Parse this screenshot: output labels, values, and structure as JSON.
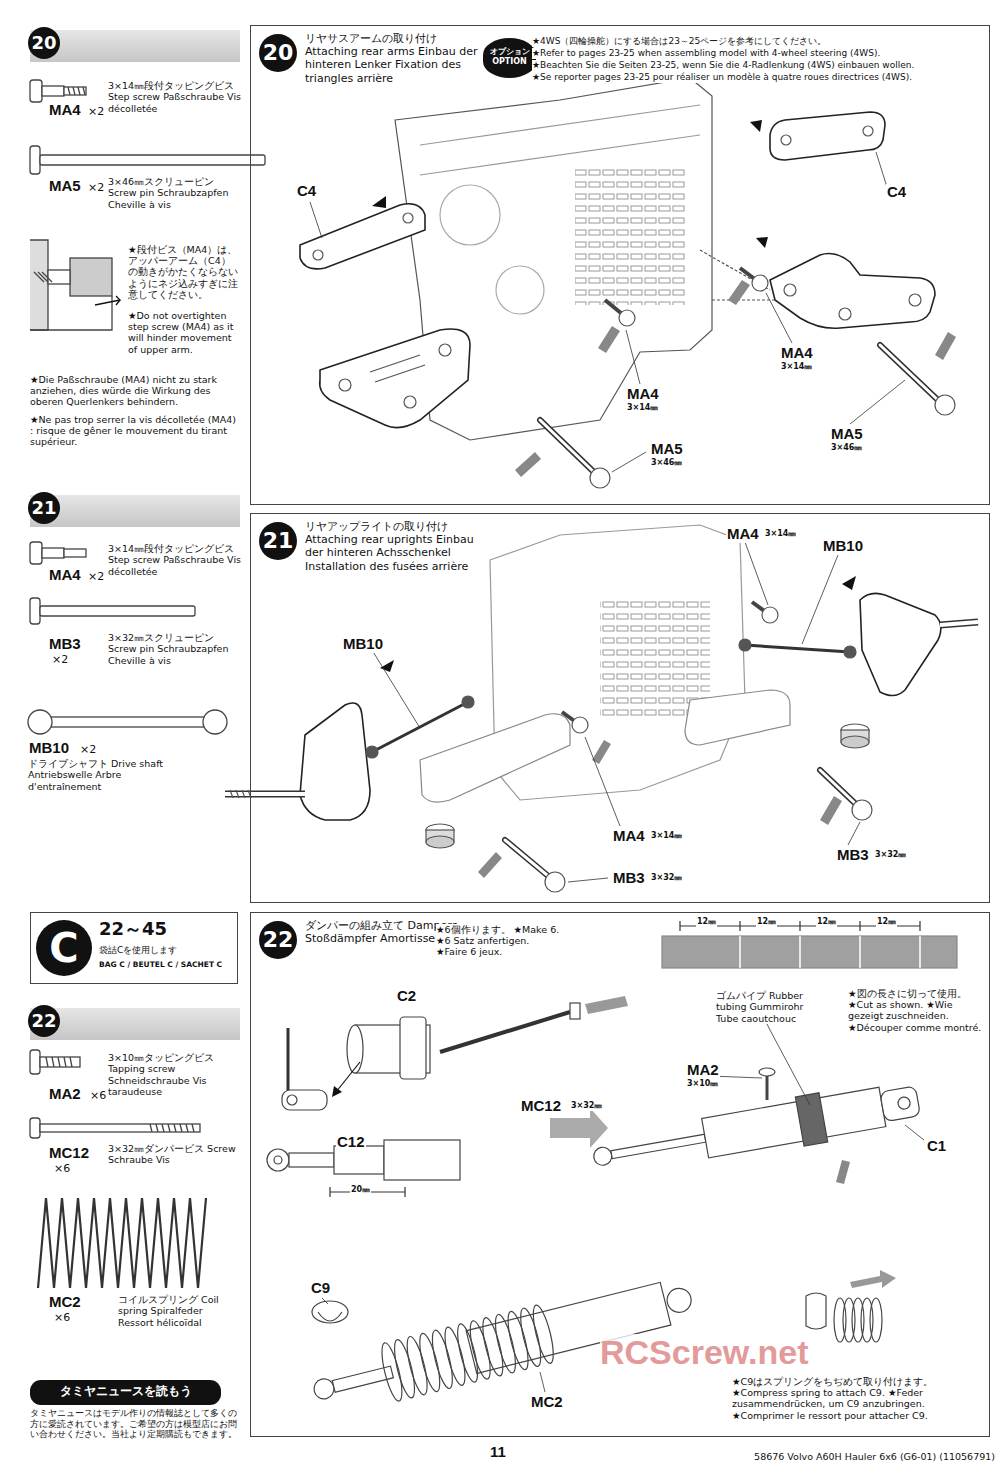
{
  "diagram": {
    "nodes": [
      {
        "text": [
          "20"
        ]
      },
      {
        "text": [
          "20",
          "リヤサスアームの取り付け Attaching rear arms Einbau der hinteren Lenker Fixation des triangles arrière"
        ]
      },
      {
        "text": [
          "オプション OPTION"
        ],
        "in": 1
      },
      {
        "text": [
          "21"
        ]
      },
      {
        "text": [
          "21",
          "リヤアップライトの取り付け Attaching rear uprights Einbau der hinteren Achsschenkel Installation des fusées arrière"
        ]
      },
      {
        "text": [
          "C",
          "22～45",
          "袋詰Cを使用します",
          "BAG C / BEUTEL C / SACHET C"
        ]
      },
      {
        "text": [
          "22"
        ]
      },
      {
        "text": [
          "22",
          "ダンパーの組み立て Dampers Stoßdämpfer Amortisseurs"
        ]
      },
      {
        "text": [
          "タミヤニュースを読もう"
        ]
      }
    ],
    "labels": [
      "3×14㎜段付タッピングビス Step screw Paßschraube Vis décolletée",
      "MA4",
      "×2",
      "3×46㎜スクリューピン Screw pin Schraubzapfen Cheville à vis",
      "MA5",
      "×2",
      "★段付ビス（MA4）は、アッパーアーム（C4）の動きがかたくならないようにネジ込みすぎに注意してください。",
      "★Do not overtighten step screw (MA4) as it will hinder movement of upper arm.",
      "★Die Paßschraube (MA4) nicht zu stark anziehen, dies würde die Wirkung des oberen Querlenkers behindern.",
      "★Ne pas trop serrer la vis décolletée (MA4) : risque de gêner le mouvement du tirant supérieur.",
      "★4WS（四輪操舵）にする場合は23～25ページを参考にしてください。",
      "★Refer to pages 23-25 when assembling model with 4-wheel steering (4WS).",
      "★Beachten Sie die Seiten 23-25, wenn Sie die 4-Radlenkung (4WS) einbauen wollen.",
      "★Se reporter pages 23-25 pour réaliser un modèle à quatre roues directrices (4WS).",
      "C4",
      "C4",
      "MA4",
      "3×14㎜",
      "MA4",
      "3×14㎜",
      "MA5",
      "3×46㎜",
      "MA5",
      "3×46㎜",
      "3×14㎜段付タッピングビス Step screw Paßschraube Vis décolletée",
      "MA4",
      "×2",
      "3×32㎜スクリューピン Screw pin Schraubzapfen Cheville à vis",
      "MB3",
      "×2",
      "MB10",
      "×2",
      "ドライブシャフト Drive shaft Antriebswelle Arbre d'entraînement",
      "MA4",
      "3×14㎜",
      "MB10",
      "MB10",
      "MA4",
      "3×14㎜",
      "MB3",
      "3×32㎜",
      "MB3",
      "3×32㎜",
      "3×10㎜タッピングビス Tapping screw Schneidschraube Vis taraudeuse",
      "MA2",
      "×6",
      "3×32㎜ダンパービス Screw Schraube Vis",
      "MC12",
      "×6",
      "コイルスプリング Coil spring Spiralfeder Ressort hélicoïdal",
      "MC2",
      "×6",
      "タミヤニュースはモデル作りの情報誌として多くの方に愛読されています。ご希望の方は模型店にお問い合わせください。当社より定期購読もできます。",
      "★6個作ります。 ★Make 6. ★6 Satz anfertigen. ★Faire 6 jeux.",
      "12㎜",
      "12㎜",
      "12㎜",
      "12㎜",
      "ゴムパイプ Rubber tubing Gummirohr Tube caoutchouc",
      "★図の長さに切って使用。 ★Cut as shown. ★Wie gezeigt zuschneiden. ★Découper comme montré.",
      "C2",
      "MC12",
      "3×32㎜",
      "C12",
      "20㎜",
      "MA2",
      "3×10㎜",
      "C1",
      "C9",
      "MC2",
      "★C9はスプリングをちぢめて取り付けます。 ★Compress spring to attach C9. ★Feder zusammendrücken, um C9 anzubringen. ★Comprimer le ressort pour attacher C9.",
      "11",
      "58676 Volvo A60H Hauler 6x6 (G6-01) (11056791)",
      "RCScrew.net"
    ]
  }
}
